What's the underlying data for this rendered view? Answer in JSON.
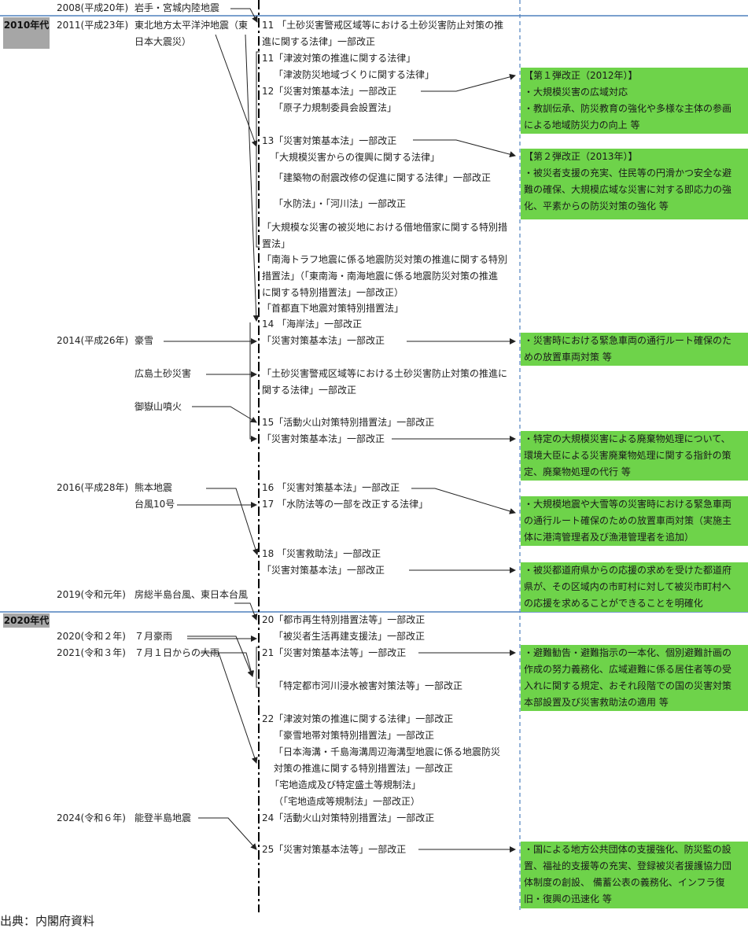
{
  "eras": [
    "2010年代",
    "2020年代"
  ],
  "events": [
    {
      "year": "2008(平成20年)",
      "name": "岩手・宮城内陸地震"
    },
    {
      "year": "2011(平成23年)",
      "name": "東北地方太平洋沖地震（東",
      "name2": "日本大震災）"
    },
    {
      "year": "2014(平成26年)",
      "name": "豪雪"
    },
    {
      "year": "",
      "name": "広島土砂災害"
    },
    {
      "year": "",
      "name": "御嶽山噴火"
    },
    {
      "year": "2016(平成28年)",
      "name": "熊本地震"
    },
    {
      "year": "",
      "name": "台風10号"
    },
    {
      "year": "2019(令和元年)",
      "name": "房総半島台風、東日本台風"
    },
    {
      "year": "2020(令和２年)",
      "name": "７月豪雨"
    },
    {
      "year": "2021(令和３年)",
      "name": "７月１日からの大雨"
    },
    {
      "year": "2024(令和６年)",
      "name": "能登半島地震"
    }
  ],
  "laws": [
    "11 「土砂災害警戒区域等における土砂災害防止対策の推",
    "進に関する法律」一部改正",
    "11「津波対策の推進に関する法律」",
    "「津波防災地域づくりに関する法律」",
    "12「災害対策基本法」一部改正",
    "「原子力規制委員会設置法」",
    "13「災害対策基本法」一部改正",
    "「大規模災害からの復興に関する法律」",
    "「建築物の耐震改修の促進に関する法律」一部改正",
    "「水防法」・「河川法」一部改正",
    "「大規模な災害の被災地における借地借家に関する特別措",
    "置法」",
    "「南海トラフ地震に係る地震防災対策の推進に関する特別",
    "措置法」（「東南海・南海地震に係る地震防災対策の推進",
    "に関する特別措置法」一部改正）",
    "「首都直下地震対策特別措置法」",
    "14 「海岸法」一部改正",
    "「災害対策基本法」一部改正",
    "「土砂災害警戒区域等における土砂災害防止対策の推進に",
    "関する法律」一部改正",
    "15「活動火山対策特別措置法」一部改正",
    "「災害対策基本法」一部改正",
    "16 「災害対策基本法」一部改正",
    "17 「水防法等の一部を改正する法律」",
    "18 「災害救助法」一部改正",
    "「災害対策基本法」一部改正",
    "20「都市再生特別措置法等」一部改正",
    "「被災者生活再建支援法」一部改正",
    "21「災害対策基本法等」一部改正",
    "「特定都市河川浸水被害対策法等」一部改正",
    "22「津波対策の推進に関する法律」一部改正",
    "「豪雪地帯対策特別措置法」一部改正",
    "「日本海溝・千島海溝周辺海溝型地震に係る地震防災",
    "対策の推進に関する特別措置法」一部改正",
    "「宅地造成及び特定盛土等規制法」",
    "（「宅地造成等規制法」一部改正）",
    "24「活動火山対策特別措置法」一部改正",
    "25「災害対策基本法等」一部改正"
  ],
  "boxes": [
    [
      "【第１弾改正（2012年）】",
      "・大規模災害の広域対応",
      "・教訓伝承、防災教育の強化や多様な主体の参画",
      "による地域防災力の向上 等"
    ],
    [
      "【第２弾改正（2013年）】",
      "・被災者支援の充実、住民等の円滑かつ安全な避",
      "難の確保、大規模広域な災害に対する即応力の強",
      "化、平素からの防災対策の強化 等"
    ],
    [
      "・災害時における緊急車両の通行ルート確保のた",
      "めの放置車両対策 等"
    ],
    [
      "・特定の大規模災害による廃棄物処理について、",
      "環境大臣による災害廃棄物処理に関する指針の策",
      "定、廃棄物処理の代行 等"
    ],
    [
      "・大規模地震や大雪等の災害時における緊急車両",
      "の通行ルート確保のための放置車両対策（実施主",
      "体に港湾管理者及び漁港管理者を追加）"
    ],
    [
      "・被災都道府県からの応援の求めを受けた都道府",
      "県が、その区域内の市町村に対して被災市町村へ",
      "の応援を求めることができることを明確化"
    ],
    [
      "・避難勧告・避難指示の一本化、個別避難計画の",
      "作成の努力義務化、広域避難に係る居住者等の受",
      "入れに関する規定、おそれ段階での国の災害対策",
      "本部設置及び災害救助法の適用 等"
    ],
    [
      "・国による地方公共団体の支援強化、防災監の設",
      "置、福祉的支援等の充実、登録被災者援護協力団",
      "体制度の創設、 備蓄公表の義務化、インフラ復",
      "旧・復興の迅速化 等"
    ]
  ],
  "source": "出典：内閣府資料",
  "colors": {
    "box_green": "#6ed34a",
    "era_gray": "#a6a6a6",
    "divider_blue": "#4f81bd",
    "timeline": "#000000",
    "dash_blue": "#4f81bd"
  }
}
